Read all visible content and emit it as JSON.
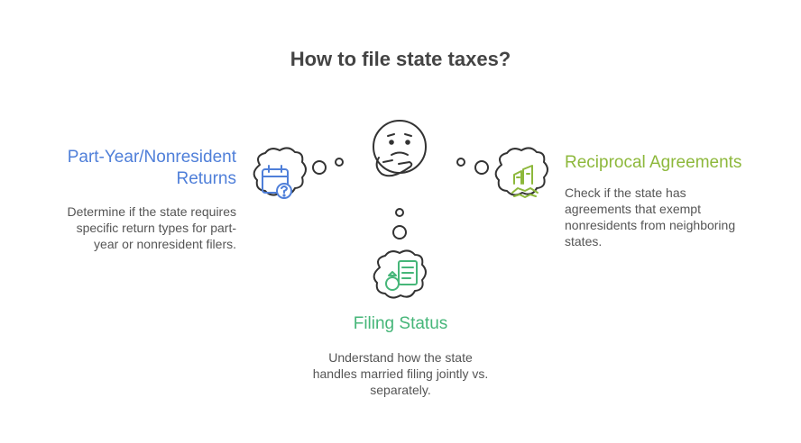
{
  "title": "How to file state taxes?",
  "colors": {
    "left": "#4f7fd9",
    "right": "#8db83b",
    "bottom": "#46b679",
    "outline": "#333333",
    "text": "#555555"
  },
  "left": {
    "heading_lines": [
      "Part-Year/Nonresident",
      "Returns"
    ],
    "desc_lines": [
      "Determine if the state requires",
      "specific return types for part-",
      "year or nonresident filers."
    ],
    "icon": "calendar-question-icon"
  },
  "right": {
    "heading_lines": [
      "Reciprocal Agreements"
    ],
    "desc_lines": [
      "Check if the state has",
      "agreements that exempt",
      "nonresidents from neighboring",
      "states."
    ],
    "icon": "handshake-building-icon"
  },
  "bottom": {
    "heading_lines": [
      "Filing Status"
    ],
    "desc_lines": [
      "Understand how the state",
      "handles married filing jointly vs.",
      "separately."
    ],
    "icon": "ring-document-icon"
  },
  "center_icon": "thinking-face-icon"
}
